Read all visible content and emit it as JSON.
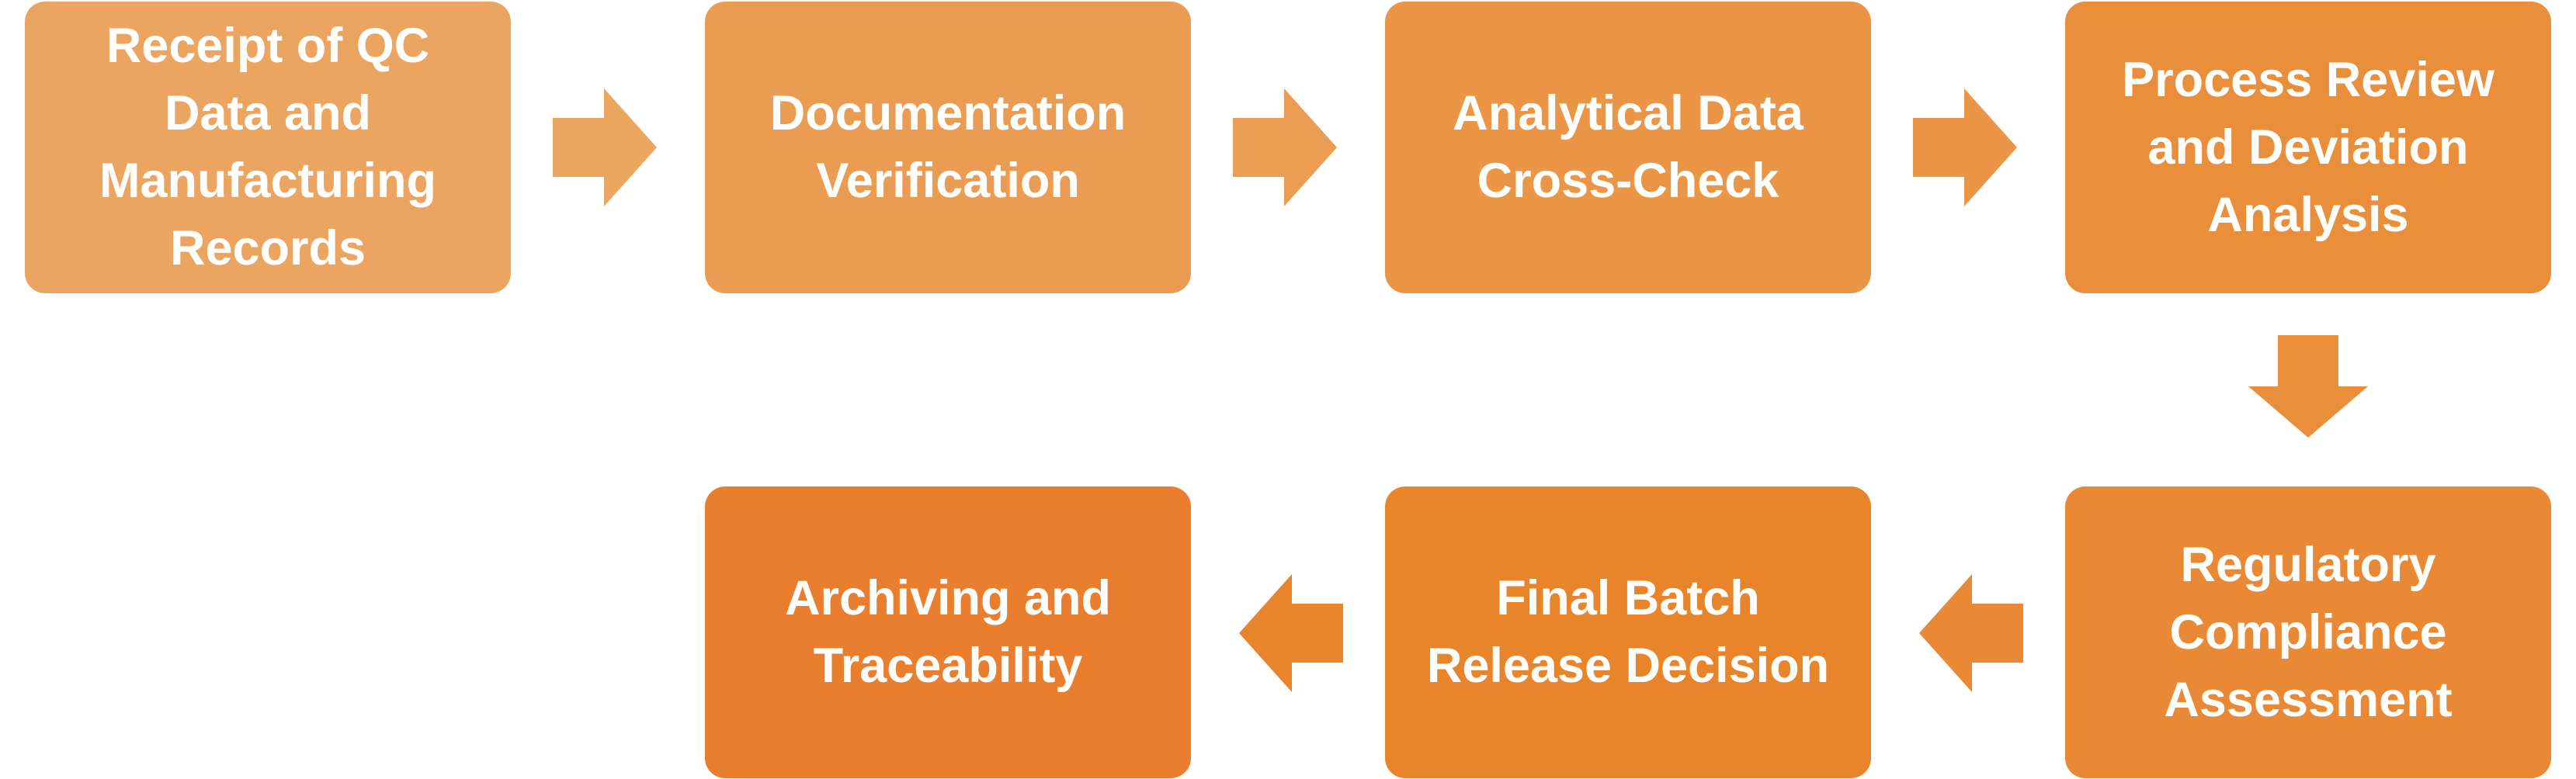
{
  "diagram": {
    "steps": [
      {
        "label": "Receipt of QC Data and Manufacturing Records",
        "color": "#EBA561"
      },
      {
        "label": "Documentation Verification",
        "color": "#EA9C53"
      },
      {
        "label": "Analytical Data Cross-Check",
        "color": "#EA9646"
      },
      {
        "label": "Process Review and Deviation Analysis",
        "color": "#E98F3B"
      },
      {
        "label": "Regulatory Compliance Assessment",
        "color": "#E98935"
      },
      {
        "label": "Final Batch Release Decision",
        "color": "#E8852B"
      },
      {
        "label": "Archiving and Traceability",
        "color": "#E97E2E"
      }
    ],
    "arrow_colors": [
      "#EBA660",
      "#EA9D53",
      "#EA9646",
      "#E98F3B",
      "#E98935",
      "#E8842B"
    ]
  }
}
